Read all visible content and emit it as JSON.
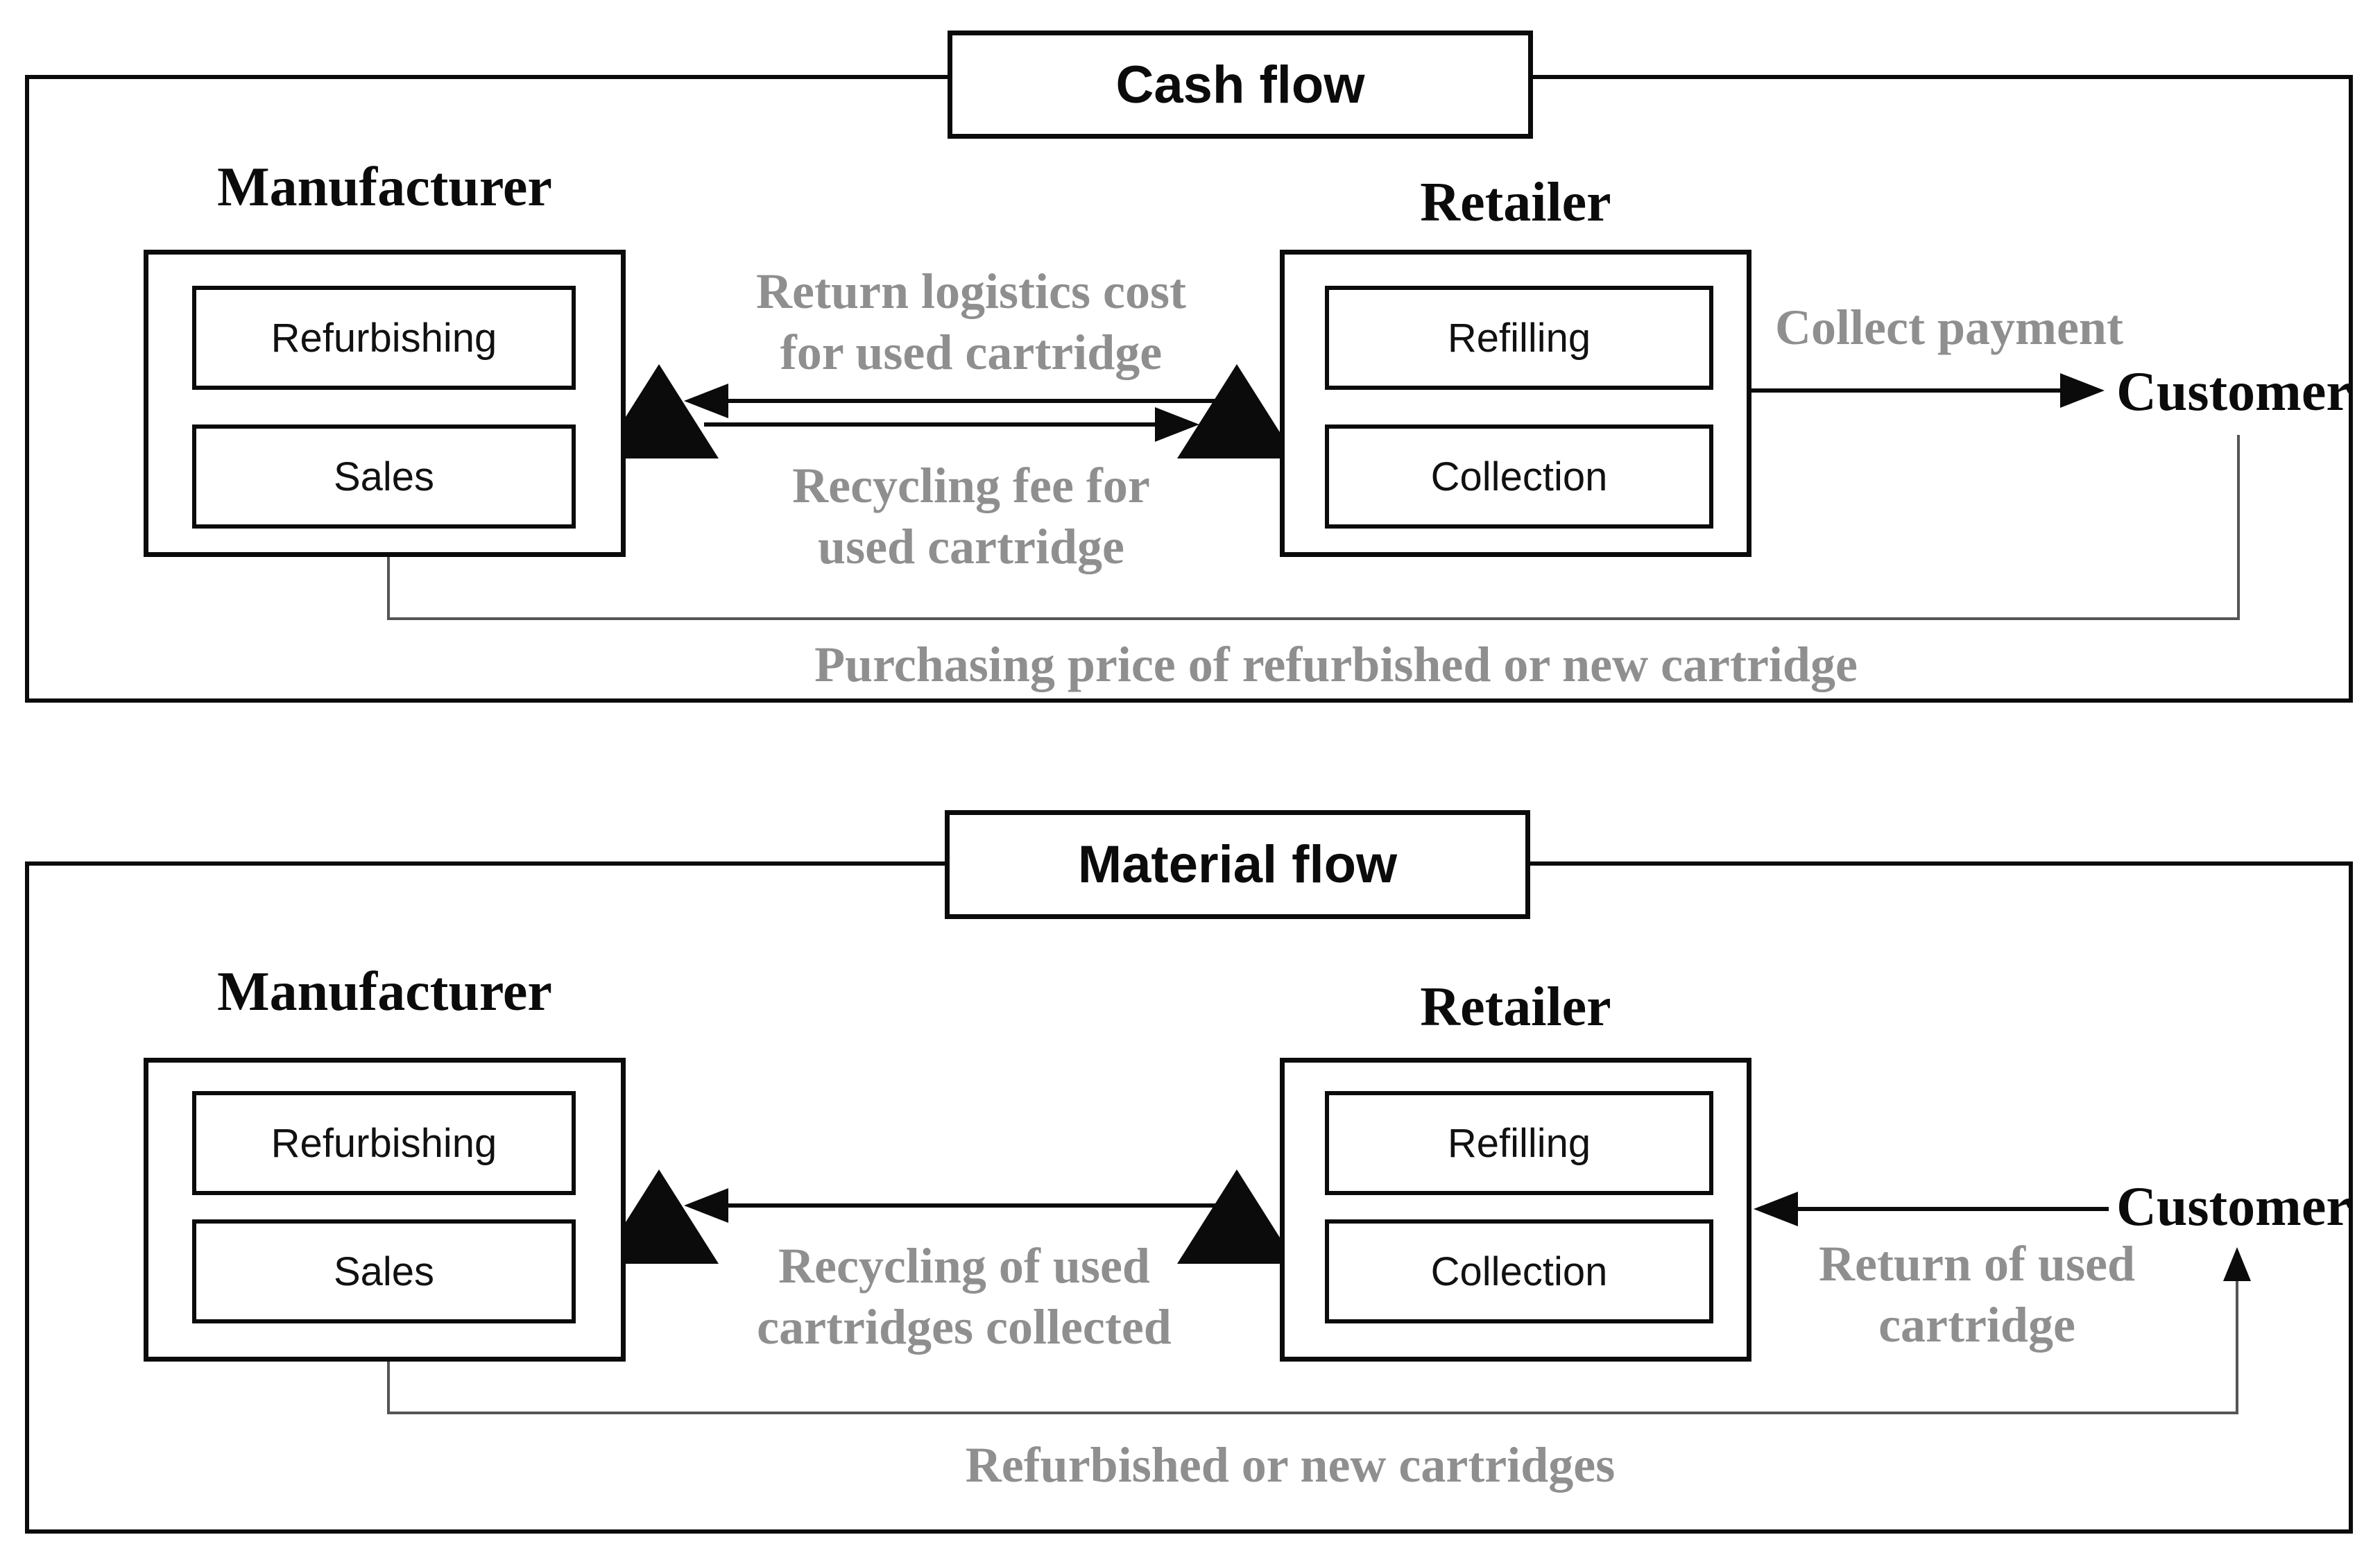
{
  "colors": {
    "ink": "#0b0b0b",
    "gray_text": "#8f8f8f",
    "loop_line": "#555555"
  },
  "cash": {
    "title": "Cash flow",
    "manufacturer_label": "Manufacturer",
    "retailer_label": "Retailer",
    "customer_label": "Customer",
    "refurbishing": "Refurbishing",
    "sales": "Sales",
    "refilling": "Refilling",
    "collection": "Collection",
    "return_logistics_l1": "Return logistics cost",
    "return_logistics_l2": "for used cartridge",
    "recycling_fee_l1": "Recycling fee for",
    "recycling_fee_l2": "used cartridge",
    "collect_payment": "Collect payment",
    "purchasing_price": "Purchasing price of refurbished or new cartridge"
  },
  "material": {
    "title": "Material flow",
    "manufacturer_label": "Manufacturer",
    "retailer_label": "Retailer",
    "customer_label": "Customer",
    "refurbishing": "Refurbishing",
    "sales": "Sales",
    "refilling": "Refilling",
    "collection": "Collection",
    "recycling_l1": "Recycling of used",
    "recycling_l2": "cartridges collected",
    "return_l1": "Return of used",
    "return_l2": "cartridge",
    "refurbished_loop": "Refurbished or new cartridges"
  }
}
